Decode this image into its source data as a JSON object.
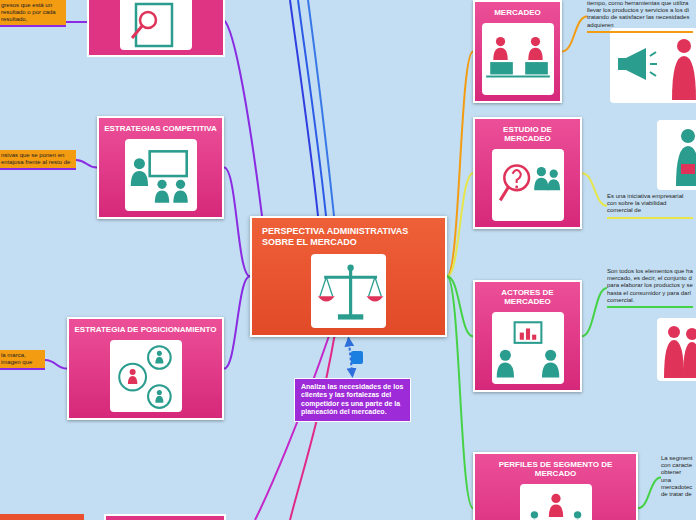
{
  "diagram": {
    "nodes": [
      {
        "text": [
          "gresos que está un resultado o por cada resultado,"
        ]
      },
      {
        "text": [
          "ESTRATEGIAS COMPETITIVA"
        ]
      },
      {
        "text": [
          "nsivas que se ponen en entajosa frente al resto de"
        ]
      },
      {
        "text": [
          "PERSPECTIVA ADMINISTRATIVAS SOBRE EL MERCADO"
        ]
      },
      {
        "text": [
          "ESTRATEGIA DE POSICIONAMIENTO"
        ]
      },
      {
        "text": [
          "la marca, imagen que"
        ]
      },
      {
        "text": [
          "Analiza las necesidades de los clientes y las fortalezas del competidor es una parte de la planeación del mercadeo."
        ]
      },
      {
        "text": [
          "MERCADEO"
        ]
      },
      {
        "text": [
          "tiempo, como herramientas que utiliza llevar los productos y servicios a los di tratando de satisfacer las necesidades adquieren"
        ]
      },
      {
        "text": [
          "ESTUDIO DE MERCADEO"
        ]
      },
      {
        "text": [
          "Es una iniciativa empresarial con sobre la viabilidad comercial de"
        ]
      },
      {
        "text": [
          "ACTORES DE MERCADEO"
        ]
      },
      {
        "text": [
          "Son todos los elementos que ha mercado, es decir, el conjunto d para elaborar los productos y se hasta el consumidor y para darl comercial."
        ]
      },
      {
        "text": [
          "PERFILES DE SEGMENTO DE MERCADO"
        ]
      },
      {
        "text": [
          "La segment con caracte obtener una mercadotec de tratar de"
        ]
      }
    ],
    "edges": [
      {
        "from": 3,
        "to": 1,
        "arrow": "none"
      },
      {
        "from": 1,
        "to": 2,
        "arrow": "none"
      },
      {
        "from": 3,
        "to": 4,
        "arrow": "none"
      },
      {
        "from": 4,
        "to": 5,
        "arrow": "none"
      },
      {
        "from": 3,
        "to": 6,
        "arrow": "both"
      },
      {
        "from": 3,
        "to": 7,
        "arrow": "none"
      },
      {
        "from": 7,
        "to": 8,
        "arrow": "none"
      },
      {
        "from": 3,
        "to": 9,
        "arrow": "none"
      },
      {
        "from": 9,
        "to": 10,
        "arrow": "none"
      },
      {
        "from": 3,
        "to": 11,
        "arrow": "none"
      },
      {
        "from": 11,
        "to": 12,
        "arrow": "none"
      },
      {
        "from": 3,
        "to": 13,
        "arrow": "none"
      },
      {
        "from": 13,
        "to": 14,
        "arrow": "none"
      }
    ]
  }
}
